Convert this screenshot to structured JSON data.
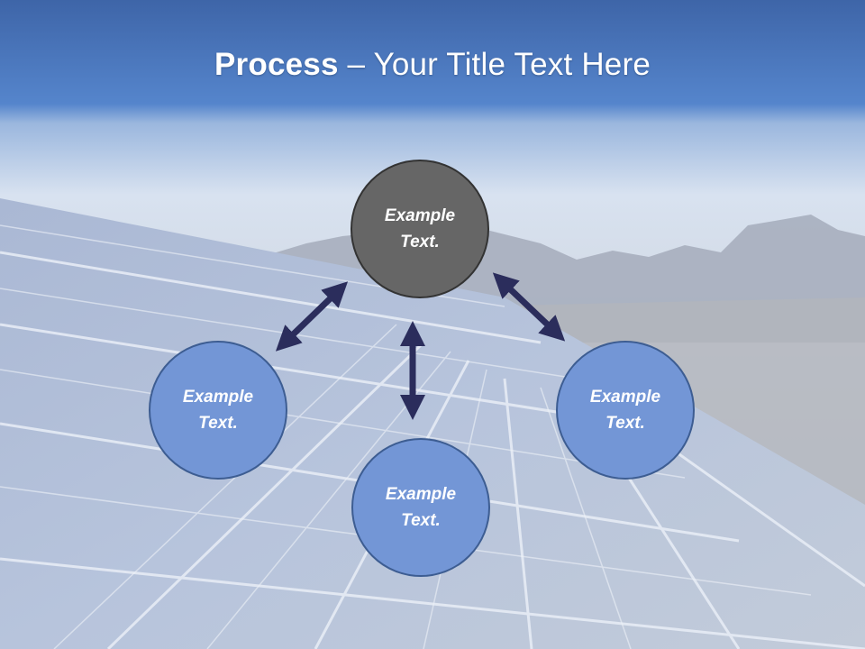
{
  "slide": {
    "title_bold": "Process",
    "title_rest": " – Your Title Text Here"
  },
  "nodes": {
    "top": {
      "line1": "Example",
      "line2": "Text."
    },
    "left": {
      "line1": "Example",
      "line2": "Text."
    },
    "right": {
      "line1": "Example",
      "line2": "Text."
    },
    "bottom": {
      "line1": "Example",
      "line2": "Text."
    }
  },
  "colors": {
    "header_blue": "#4f7cc4",
    "center_circle": "#666666",
    "outer_circle": "#7396d6",
    "arrow": "#2b2d5c"
  }
}
